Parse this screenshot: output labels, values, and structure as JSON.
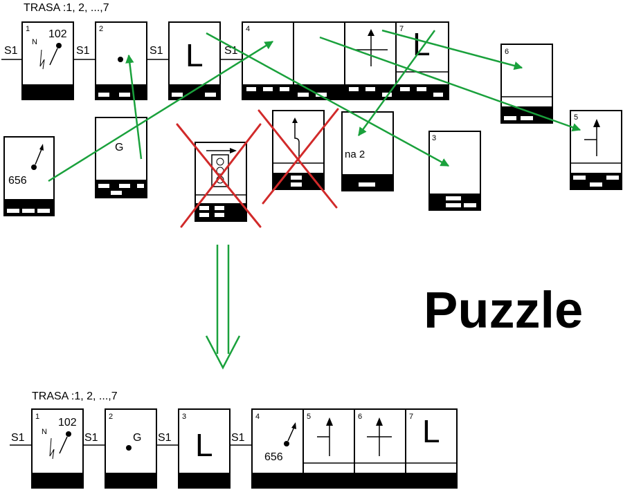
{
  "route_title": "TRASA :1, 2, ...,7",
  "start_label": "S1",
  "north_label": "N",
  "heading_word": "Puzzle",
  "colors": {
    "ink": "#000000",
    "arrow_green": "#1aa13c",
    "cross_red": "#d12a2a"
  },
  "top_sheet_numbers": [
    "1",
    "2",
    "4",
    "7"
  ],
  "top_sheet_texts": {
    "c1_value": "102",
    "c3_letter": "L",
    "c7_letter": "L"
  },
  "loose_cards": {
    "card_656_value": "656",
    "card_g_letter": "G",
    "card_na2_text": "na 2",
    "card_3_number": "3",
    "card_6_number": "6",
    "card_5_number": "5"
  },
  "result_numbers": [
    "1",
    "2",
    "3",
    "4",
    "5",
    "6",
    "7"
  ],
  "result_texts": {
    "c1_value": "102",
    "c2_letter": "G",
    "c3_letter": "L",
    "c4_value": "656",
    "c7_letter": "L"
  }
}
